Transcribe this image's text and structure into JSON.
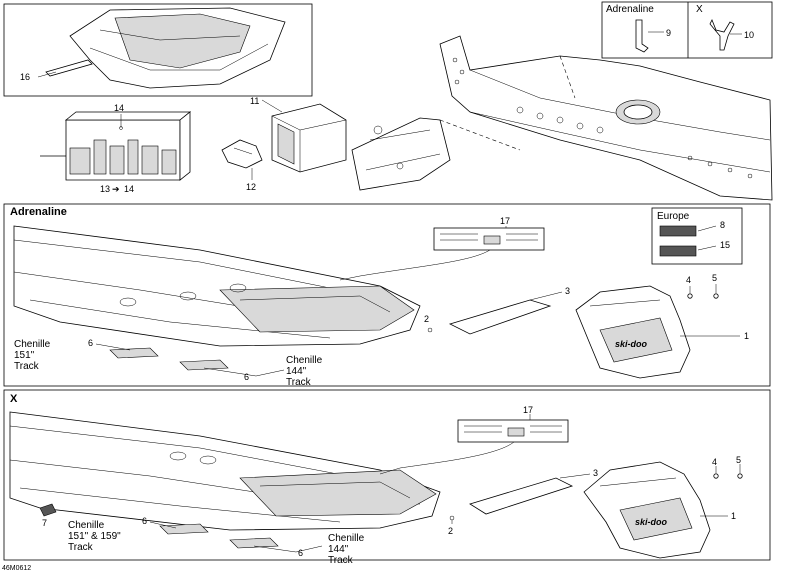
{
  "figure_code": "46M0612",
  "panels": {
    "variant_header_a": "Adrenaline",
    "variant_header_b": "X",
    "adrenaline_title": "Adrenaline",
    "x_title": "X",
    "europe_title": "Europe"
  },
  "callouts": {
    "c1a": "1",
    "c1b": "1",
    "c2a": "2",
    "c2b": "2",
    "c3a": "3",
    "c3b": "3",
    "c4a": "4",
    "c4b": "4",
    "c5a": "5",
    "c5b": "5",
    "c6a": "6",
    "c6b": "6",
    "c6c": "6",
    "c6d": "6",
    "c7": "7",
    "c8": "8",
    "c9": "9",
    "c10": "10",
    "c11": "11",
    "c12": "12",
    "c13": "13",
    "c14": "14",
    "c14b": "14",
    "c15": "15",
    "c16": "16",
    "c17a": "17",
    "c17b": "17"
  },
  "track_labels": {
    "adr_left_l1": "Chenille",
    "adr_left_l2": "151\"",
    "adr_left_l3": "Track",
    "adr_right_l1": "Chenille",
    "adr_right_l2": "144\"",
    "adr_right_l3": "Track",
    "x_left_l1": "Chenille",
    "x_left_l2": "151\" & 159\"",
    "x_left_l3": "Track",
    "x_right_l1": "Chenille",
    "x_right_l2": "144\"",
    "x_right_l3": "Track"
  },
  "logo_text": "ski-doo"
}
